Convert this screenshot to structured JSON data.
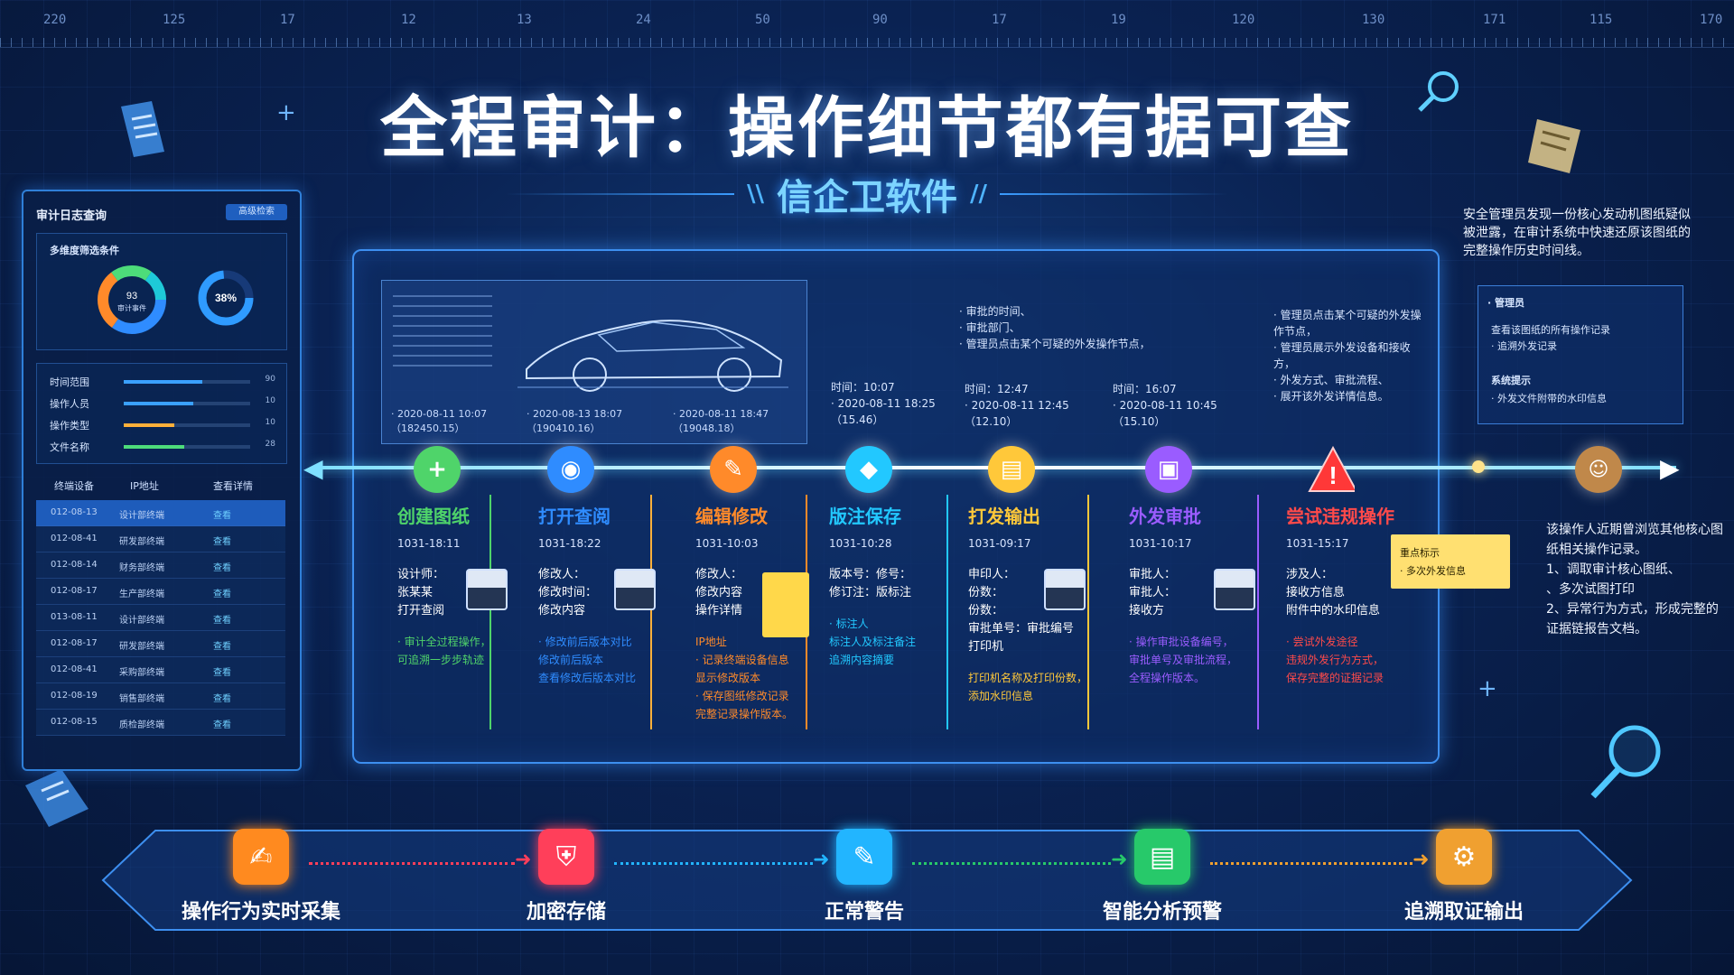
{
  "ruler": [
    "220",
    "125",
    "17",
    "12",
    "13",
    "24",
    "50",
    "90",
    "17",
    "19",
    "120",
    "130",
    "171",
    "115",
    "170"
  ],
  "header": {
    "title": "全程审计：操作细节都有据可查",
    "subtitle": "信企卫软件"
  },
  "left_panel": {
    "title": "审计日志查询",
    "button": "高级检索",
    "filter_label": "多维度筛选条件",
    "donut1_text": "93",
    "donut1_sub": "审计事件",
    "donut2_text": "38%",
    "bars": [
      {
        "label": "时间范围",
        "value": "90",
        "fill": 0.62,
        "color": "#3aa0ff"
      },
      {
        "label": "操作人员",
        "value": "10",
        "fill": 0.55,
        "color": "#3aa0ff"
      },
      {
        "label": "操作类型",
        "value": "10",
        "fill": 0.4,
        "color": "#ffb03a"
      },
      {
        "label": "文件名称",
        "value": "28",
        "fill": 0.48,
        "color": "#4ddc7a"
      }
    ],
    "table_headers": [
      "终端设备",
      "IP地址",
      "查看详情"
    ],
    "rows": [
      {
        "date": "012-08-13",
        "item": "设计部终端",
        "action": "查看"
      },
      {
        "date": "012-08-41",
        "item": "研发部终端",
        "action": "查看"
      },
      {
        "date": "012-08-14",
        "item": "财务部终端",
        "action": "查看"
      },
      {
        "date": "012-08-17",
        "item": "生产部终端",
        "action": "查看"
      },
      {
        "date": "013-08-11",
        "item": "设计部终端",
        "action": "查看"
      },
      {
        "date": "012-08-17",
        "item": "研发部终端",
        "action": "查看"
      },
      {
        "date": "012-08-41",
        "item": "采购部终端",
        "action": "查看"
      },
      {
        "date": "012-08-19",
        "item": "销售部终端",
        "action": "查看"
      },
      {
        "date": "012-08-15",
        "item": "质检部终端",
        "action": "查看"
      }
    ]
  },
  "blueprint": {
    "cap1": [
      "· 2020-08-11 10:07",
      "（182450.15）"
    ],
    "cap2": [
      "· 2020-08-13 18:07",
      "（190410.16）"
    ],
    "cap3": [
      "· 2020-08-11 18:47",
      "（19048.18）"
    ]
  },
  "save_note": [
    "时间：10:07",
    "· 2020-08-11 18:25",
    "（15.46）"
  ],
  "top_note_mid": [
    "· 审批的时间、",
    "· 审批部门、",
    "· 管理员点击某个可疑的外发操作节点，"
  ],
  "print_note": [
    "时间：12:47",
    "· 2020-08-11 12:45",
    "（12.10）"
  ],
  "send_note": [
    "时间：16:07",
    "· 2020-08-11 10:45",
    "（15.10）"
  ],
  "top_note_right": [
    "· 管理员点击某个可疑的外发操作节点，",
    "· 管理员展示外发设备和接收方，",
    "· 外发方式、审批流程、",
    "· 展开该外发详情信息。"
  ],
  "timeline": [
    {
      "title": "创建图纸",
      "date": "1031-18:11",
      "color": "#4fd46a",
      "icon": "+",
      "body": [
        "设计师：",
        "张某某",
        "打开查阅"
      ],
      "hint": [
        "· 审计全过程操作，",
        "可追溯一步步轨迹"
      ]
    },
    {
      "title": "打开查阅",
      "date": "1031-18:22",
      "color": "#2f8cff",
      "icon": "◉",
      "body": [
        "修改人：",
        "修改时间：",
        "修改内容"
      ],
      "hint": [
        "· 修改前后版本对比",
        "修改前后版本",
        "查看修改后版本对比"
      ]
    },
    {
      "title": "编辑修改",
      "date": "1031-10:03",
      "color": "#ff8a2a",
      "icon": "✎",
      "body": [
        "修改人：",
        "修改内容",
        "操作详情"
      ],
      "hint": [
        "IP地址",
        "· 记录终端设备信息",
        "显示修改版本",
        "· 保存图纸修改记录",
        "完整记录操作版本。"
      ]
    },
    {
      "title": "版注保存",
      "date": "1031-10:28",
      "color": "#22c8ff",
      "icon": "◆",
      "body": [
        "版本号：修号：",
        "修订注：版标注"
      ],
      "hint": [
        "· 标注人",
        "标注人及标注备注",
        "追溯内容摘要"
      ]
    },
    {
      "title": "打发输出",
      "date": "1031-09:17",
      "color": "#ffc83a",
      "icon": "▤",
      "body": [
        "申印人：",
        "份数：",
        "份数：",
        "审批单号：审批编号",
        "打印机"
      ],
      "hint": [
        "打印机名称及打印份数，",
        "添加水印信息"
      ]
    },
    {
      "title": "外发审批",
      "date": "1031-10:17",
      "color": "#9a5cff",
      "icon": "▣",
      "body": [
        "审批人：",
        "审批人：",
        "接收方"
      ],
      "hint": [
        "· 操作审批设备编号，",
        "审批单号及审批流程，",
        "全程操作版本。"
      ]
    },
    {
      "title": "尝试违规操作",
      "date": "1031-15:17",
      "color": "#ff4a4a",
      "icon": "!",
      "body": [
        "涉及人：",
        "接收方信息",
        "附件中的水印信息"
      ],
      "hint": [
        "· 尝试外发途径",
        "违规外发行为方式，",
        "保存完整的证据记录"
      ]
    }
  ],
  "right_note": "安全管理员发现一份核心发动机图纸疑似被泄露，在审计系统中快速还原该图纸的完整操作历史时间线。",
  "manager_box": {
    "title": "· 管理员",
    "line1": "查看该图纸的所有操作记录",
    "line2": "· 追溯外发记录",
    "line3": "系统提示",
    "line4": "· 外发文件附带的水印信息"
  },
  "yellow_note": {
    "title": "重点标示",
    "line": "· 多次外发信息"
  },
  "right_note2": [
    "该操作人近期曾浏览其他核心图纸相关操作记录。",
    "1、调取审计核心图纸、",
    "、多次试图打印",
    "2、异常行为方式，形成完整的证据链报告文档。"
  ],
  "bottom_steps": [
    {
      "label": "操作行为实时采集",
      "color": "#ff8a1f",
      "icon": "✍"
    },
    {
      "label": "加密存储",
      "color": "#ff3f5a",
      "icon": "⛨"
    },
    {
      "label": "正常警告",
      "color": "#22b5ff",
      "icon": "✎"
    },
    {
      "label": "智能分析预警",
      "color": "#27c96a",
      "icon": "▤"
    },
    {
      "label": "追溯取证输出",
      "color": "#f0a030",
      "icon": "⚙"
    }
  ]
}
